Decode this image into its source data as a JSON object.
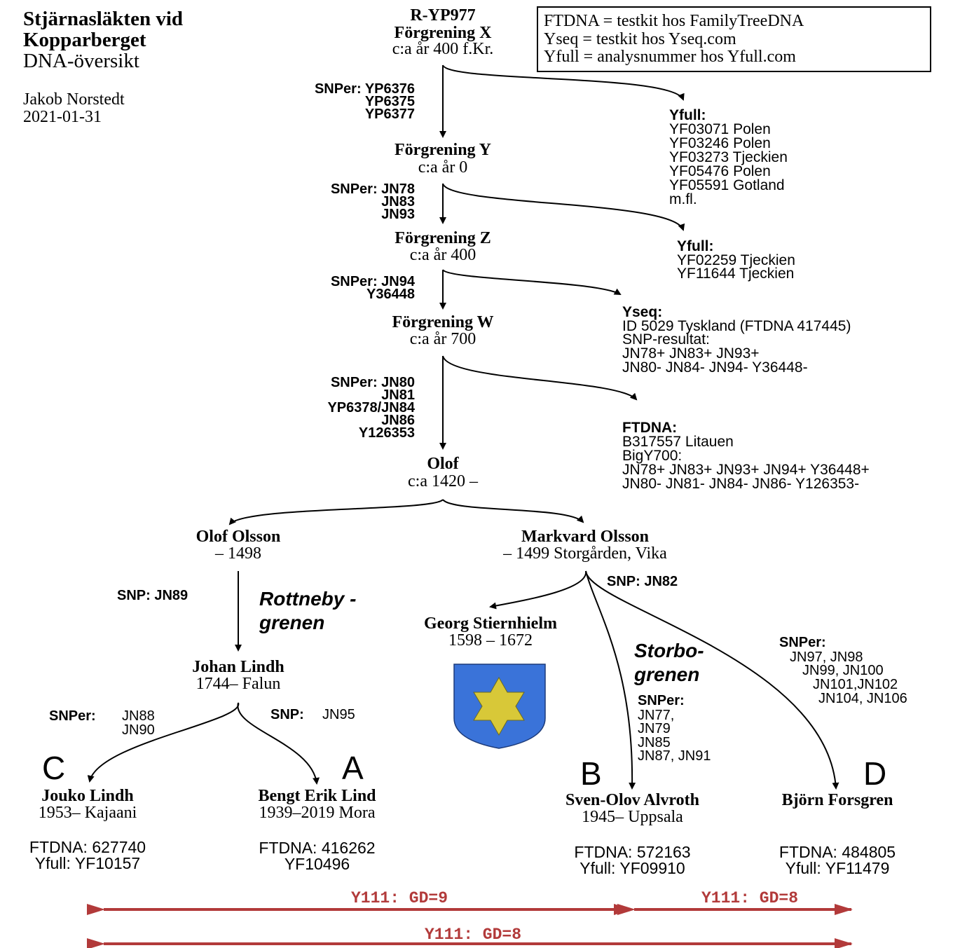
{
  "header": {
    "title_line1": "Stjärnasläkten vid",
    "title_line2": "Kopparberget",
    "subtitle": "DNA-översikt",
    "author": "Jakob Norstedt",
    "date": "2021-01-31"
  },
  "legend": {
    "lines": [
      "FTDNA = testkit hos FamilyTreeDNA",
      "Yseq = testkit hos Yseq.com",
      "Yfull = analysnummer hos Yfull.com"
    ]
  },
  "nodes": {
    "x": {
      "name1": "R-YP977",
      "name2": "Förgrening X",
      "dates": "c:a år 400 f.Kr."
    },
    "y": {
      "name": "Förgrening Y",
      "dates": "c:a år 0"
    },
    "z": {
      "name": "Förgrening Z",
      "dates": "c:a år 400"
    },
    "w": {
      "name": "Förgrening W",
      "dates": "c:a år 700"
    },
    "olof": {
      "name": "Olof",
      "dates": "c:a 1420 –"
    },
    "olof_olsson": {
      "name": "Olof Olsson",
      "dates": "– 1498"
    },
    "markvard": {
      "name": "Markvard Olsson",
      "dates": "– 1499 Storgården, Vika"
    },
    "georg": {
      "name": "Georg Stiernhielm",
      "dates": "1598 – 1672"
    },
    "johan": {
      "name": "Johan Lindh",
      "dates": "1744– Falun"
    },
    "jouko": {
      "letter": "C",
      "name": "Jouko Lindh",
      "dates": "1953– Kajaani",
      "kit1": "FTDNA: 627740",
      "kit2": "Yfull: YF10157"
    },
    "bengt": {
      "letter": "A",
      "name": "Bengt Erik Lind",
      "dates": "1939–2019 Mora",
      "kit1": "FTDNA: 416262",
      "kit2": "YF10496"
    },
    "sven": {
      "letter": "B",
      "name": "Sven-Olov Alvroth",
      "dates": "1945– Uppsala",
      "kit1": "FTDNA: 572163",
      "kit2": "Yfull: YF09910"
    },
    "bjorn": {
      "letter": "D",
      "name": "Björn Forsgren",
      "kit1": "FTDNA: 484805",
      "kit2": "Yfull: YF11479"
    }
  },
  "snps": {
    "xy": [
      "SNPer: YP6376",
      "YP6375",
      "YP6377"
    ],
    "yz": [
      "SNPer: JN78",
      "JN83",
      "JN93"
    ],
    "zw": [
      "SNPer: JN94",
      "Y36448"
    ],
    "wo": [
      "SNPer: JN80",
      "JN81",
      "YP6378/JN84",
      "JN86",
      "Y126353"
    ],
    "jn89": "SNP: JN89",
    "jn82": "SNP: JN82",
    "c_label": "SNPer:",
    "c_lines": [
      "JN88",
      "JN90"
    ],
    "a_label": "SNP:",
    "a_value": "JN95",
    "b_label": "SNPer:",
    "b_lines": [
      "JN77,",
      "JN79",
      "JN85",
      "JN87, JN91"
    ],
    "d_label": "SNPer:",
    "d_lines": [
      "JN97, JN98",
      "JN99, JN100",
      "JN101,JN102",
      "JN104, JN106"
    ]
  },
  "branches": {
    "rottneby": [
      "Rottneby -",
      "grenen"
    ],
    "storbo": [
      "Storbo-",
      "grenen"
    ]
  },
  "side_notes": {
    "yfull1": {
      "label": "Yfull:",
      "lines": [
        "YF03071 Polen",
        "YF03246 Polen",
        "YF03273 Tjeckien",
        "YF05476 Polen",
        "YF05591 Gotland",
        "m.fl."
      ]
    },
    "yfull2": {
      "label": "Yfull:",
      "lines": [
        "YF02259 Tjeckien",
        "YF11644 Tjeckien"
      ]
    },
    "yseq": {
      "label": "Yseq:",
      "lines": [
        "ID 5029 Tyskland (FTDNA 417445)",
        "SNP-resultat:",
        "JN78+ JN83+ JN93+",
        "JN80- JN84- JN94- Y36448-"
      ]
    },
    "ftdna": {
      "label": "FTDNA:",
      "lines": [
        "B317557 Litauen",
        "BigY700:",
        "JN78+ JN83+ JN93+ JN94+ Y36448+",
        "JN80- JN81- JN84- JN86- Y126353-"
      ]
    }
  },
  "gd": {
    "top_left": "Y111: GD=9",
    "top_right": "Y111: GD=8",
    "bottom": "Y111: GD=8"
  },
  "colors": {
    "gd_arrow": "#b23a3a",
    "shield_blue": "#3a73d9",
    "star_yellow": "#d8c838"
  }
}
